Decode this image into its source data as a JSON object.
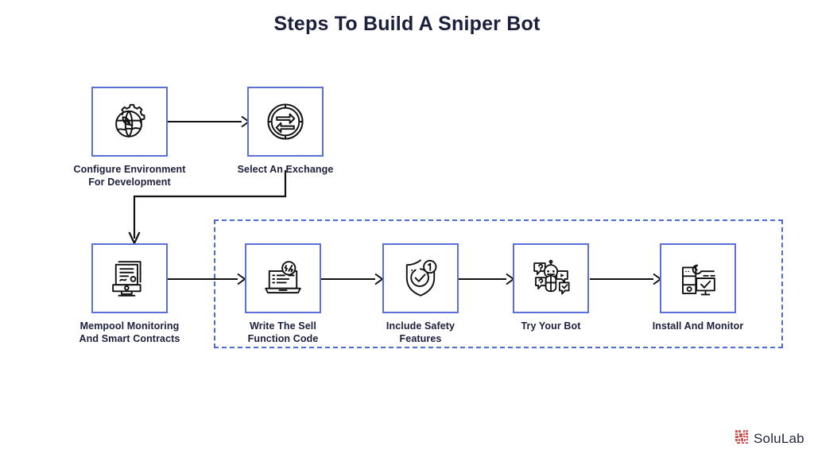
{
  "page": {
    "title": "Steps To Build A Sniper Bot",
    "background": "#ffffff",
    "title_color": "#1b1f3b",
    "node_border_color": "#5b6fd8",
    "group_border_color": "#4a6ad4",
    "connector_color": "#111111"
  },
  "steps": [
    {
      "id": "configure-environment",
      "icon": "gear-globe-leaf-icon",
      "label_line1": "Configure Environment",
      "label_line2": "For Development"
    },
    {
      "id": "select-exchange",
      "icon": "exchange-swap-circle-icon",
      "label_line1": "Select An Exchange",
      "label_line2": ""
    },
    {
      "id": "mempool-monitoring",
      "icon": "document-monitor-icon",
      "label_line1": "Mempool Monitoring",
      "label_line2": "And Smart Contracts"
    },
    {
      "id": "write-sell-function",
      "icon": "laptop-code-icon",
      "label_line1": "Write The Sell",
      "label_line2": "Function Code"
    },
    {
      "id": "include-safety-features",
      "icon": "shield-check-badge-icon",
      "label_line1": "Include Safety",
      "label_line2": "Features"
    },
    {
      "id": "try-your-bot",
      "icon": "robot-chat-icon",
      "label_line1": "Try Your Bot",
      "label_line2": ""
    },
    {
      "id": "install-and-monitor",
      "icon": "server-wrench-monitor-check-icon",
      "label_line1": "Install And Monitor",
      "label_line2": ""
    }
  ],
  "brand": {
    "name": "SoluLab",
    "mark": "solulab-pixel-mark-icon",
    "mark_color": "#d9534f",
    "text_color": "#22263f"
  }
}
